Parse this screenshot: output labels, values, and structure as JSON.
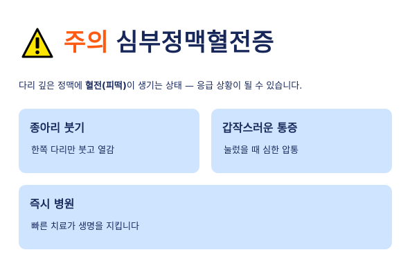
{
  "header": {
    "icon": "warning-triangle-icon",
    "title_prefix": "주의",
    "title_main": "심부정맥혈전증"
  },
  "intro": {
    "before": "다리 깊은 정맥에 ",
    "emphasis": "혈전(피떡)",
    "after": "이 생기는 상태 — 응급 상황이 될 수 있습니다."
  },
  "cards": [
    {
      "title": "종아리 붓기",
      "description": "한쪽 다리만 붓고 열감"
    },
    {
      "title": "갑작스러운 통증",
      "description": "눌렀을 때 심한 압통"
    },
    {
      "title": "즉시 병원",
      "description": "빠른 치료가 생명을 지킵니다"
    }
  ],
  "colors": {
    "accent": "#ff5a12",
    "text": "#17275a",
    "card_bg": "#cfe5ff",
    "warning_fill": "#ffe600"
  }
}
